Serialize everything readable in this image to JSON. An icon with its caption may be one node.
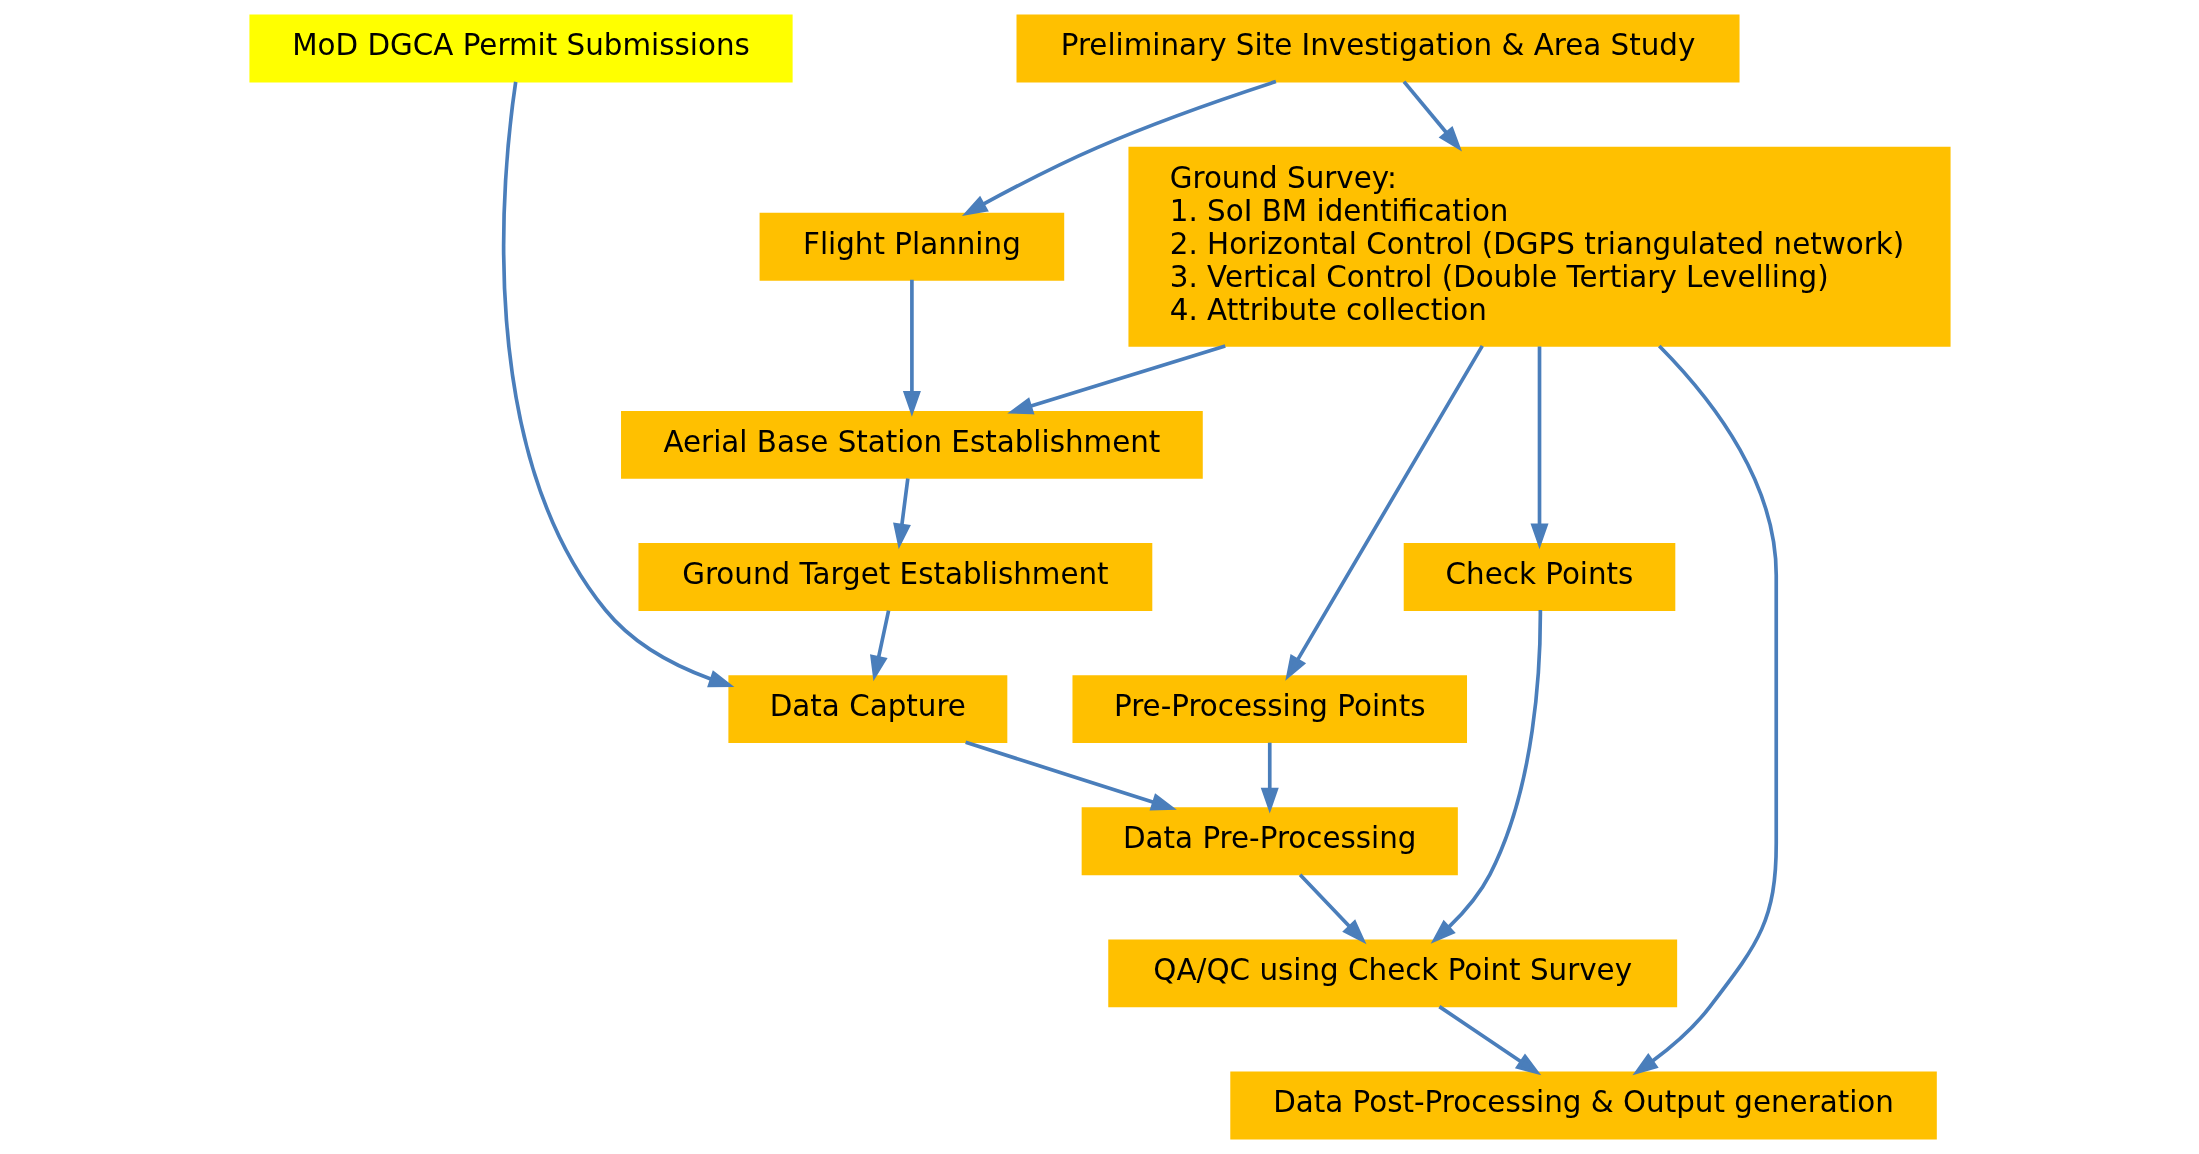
{
  "diagram": {
    "nodes": [
      {
        "text": [
          "Preliminary Site Investigation & Area Study"
        ]
      },
      {
        "text": [
          "MoD DGCA Permit Submissions"
        ]
      },
      {
        "text": [
          "Ground Survey:",
          "1. SoI BM identification",
          "2. Horizontal Control (DGPS triangulated network)",
          "3. Vertical Control (Double Tertiary Levelling)",
          "4. Attribute collection"
        ]
      },
      {
        "text": [
          "Flight Planning"
        ]
      },
      {
        "text": [
          "Aerial Base Station Establishment"
        ]
      },
      {
        "text": [
          "Ground Target Establishment"
        ]
      },
      {
        "text": [
          "Pre-Processing Points"
        ]
      },
      {
        "text": [
          "Check Points"
        ]
      },
      {
        "text": [
          "Data Capture"
        ]
      },
      {
        "text": [
          "Data Pre-Processing"
        ]
      },
      {
        "text": [
          "QA/QC using Check Point Survey"
        ]
      },
      {
        "text": [
          "Data Post-Processing & Output generation"
        ]
      }
    ],
    "edges": [
      {
        "from": 0,
        "to": 2,
        "arrow": "to"
      },
      {
        "from": 0,
        "to": 3,
        "arrow": "to"
      },
      {
        "from": 3,
        "to": 4,
        "arrow": "to"
      },
      {
        "from": 2,
        "to": 4,
        "arrow": "to"
      },
      {
        "from": 4,
        "to": 5,
        "arrow": "to"
      },
      {
        "from": 5,
        "to": 8,
        "arrow": "to"
      },
      {
        "from": 1,
        "to": 8,
        "arrow": "to"
      },
      {
        "from": 2,
        "to": 6,
        "arrow": "to"
      },
      {
        "from": 2,
        "to": 7,
        "arrow": "to"
      },
      {
        "from": 2,
        "to": 11,
        "arrow": "to"
      },
      {
        "from": 6,
        "to": 9,
        "arrow": "to"
      },
      {
        "from": 8,
        "to": 9,
        "arrow": "to"
      },
      {
        "from": 7,
        "to": 10,
        "arrow": "to"
      },
      {
        "from": 9,
        "to": 10,
        "arrow": "to"
      },
      {
        "from": 10,
        "to": 11,
        "arrow": "to"
      }
    ]
  }
}
